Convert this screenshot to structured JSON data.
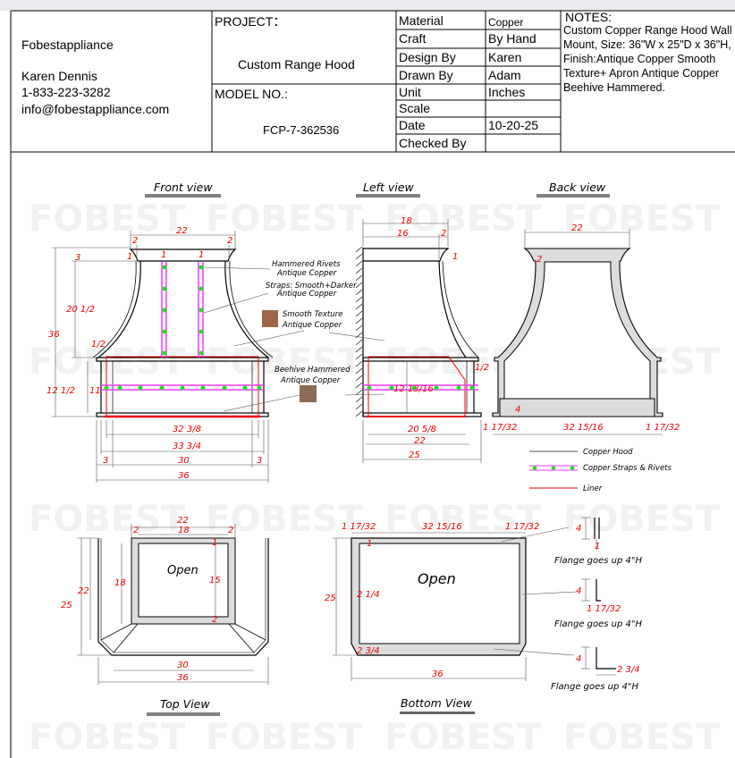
{
  "header": {
    "company": "Fobestappliance",
    "contact_name": "Karen Dennis",
    "phone": "1-833-223-3282",
    "email": "info@fobestappliance.com",
    "project_label": "PROJECT：",
    "project_value": "Custom Range Hood",
    "model_label": "MODEL NO.:",
    "model_value": "FCP-7-362536",
    "fields": [
      {
        "label": "Material",
        "value": "Copper"
      },
      {
        "label": "Craft",
        "value": "By Hand"
      },
      {
        "label": "Design By",
        "value": "Karen"
      },
      {
        "label": "Drawn By",
        "value": "Adam"
      },
      {
        "label": "Unit",
        "value": "Inches"
      },
      {
        "label": "Scale",
        "value": ""
      },
      {
        "label": "Date",
        "value": "10-20-25"
      },
      {
        "label": "Checked By",
        "value": ""
      }
    ],
    "notes_title": "NOTES:",
    "notes_lines": [
      "Custom Copper Range Hood Wall",
      "Mount, Size: 36\"W x 25\"D x 36\"H,",
      "Finish:Antique Copper Smooth",
      "Texture+ Apron Antique Copper",
      "Beehive Hammered."
    ]
  },
  "watermark": "FOBEST",
  "colors": {
    "dimension": "#e00000",
    "strap": "#ff33ff",
    "rivet": "#22dd22",
    "liner": "#e00000",
    "panel": "#dcdcdc",
    "smooth_swatch": "#a0664a",
    "beehive_swatch": "#8c6a55"
  },
  "views": {
    "front": {
      "title": "Front view",
      "dims": {
        "top": "22",
        "tl": "2",
        "tr": "2",
        "crown": "3",
        "neck": "1",
        "body": "20 1/2",
        "total": "36",
        "flare": "1/2",
        "apron": "12 1/2",
        "apron_inner": "11",
        "s1": "1",
        "s2": "1",
        "w1": "32 3/8",
        "w2": "33 3/4",
        "w3l": "3",
        "w3": "30",
        "w3r": "3",
        "w4": "36"
      },
      "callouts": {
        "rivets": [
          "Hammered Rivets",
          "Antique Copper"
        ],
        "straps": [
          "Straps: Smooth+Darker",
          "Antique Copper"
        ],
        "smooth": [
          "Smooth Texture",
          "Antique Copper"
        ],
        "beehive": [
          "Beehive Hammered",
          "Antique Copper"
        ]
      }
    },
    "left": {
      "title": "Left view",
      "dims": {
        "top1": "18",
        "top2": "16",
        "top3": "2",
        "neck": "1",
        "flare": "1/2",
        "apron": "12 13/16",
        "w1": "20 5/8",
        "w2": "22",
        "w3": "25"
      }
    },
    "back": {
      "title": "Back view",
      "dims": {
        "top": "22",
        "crown": "2",
        "base": "4",
        "l": "1 17/32",
        "mid": "32 15/16",
        "r": "1 17/32"
      }
    },
    "top": {
      "title": "Top View",
      "open_label": "Open",
      "dims": {
        "w22": "22",
        "l2": "2",
        "w18": "18",
        "r2": "2",
        "h18": "18",
        "h15": "15",
        "t1": "1",
        "b2": "2",
        "h25": "25",
        "h22": "22",
        "w30": "30",
        "w36": "36"
      }
    },
    "bottom": {
      "title": "Bottom View",
      "open_label": "Open",
      "dims": {
        "l": "1 17/32",
        "mid": "32 15/16",
        "r": "1 17/32",
        "t1": "1",
        "h25": "25",
        "side": "2 1/4",
        "corner": "2 3/4",
        "w36": "36"
      }
    }
  },
  "flanges": [
    {
      "height": "4",
      "dim": "1",
      "caption": "Flange goes up 4\"H"
    },
    {
      "height": "4",
      "dim": "1 17/32",
      "caption": "Flange goes up 4\"H"
    },
    {
      "height": "4",
      "dim": "2 3/4",
      "caption": "Flange goes up 4\"H"
    }
  ],
  "legend": [
    {
      "label": "Copper Hood"
    },
    {
      "label": "Copper Straps & Rivets"
    },
    {
      "label": "Liner"
    }
  ]
}
